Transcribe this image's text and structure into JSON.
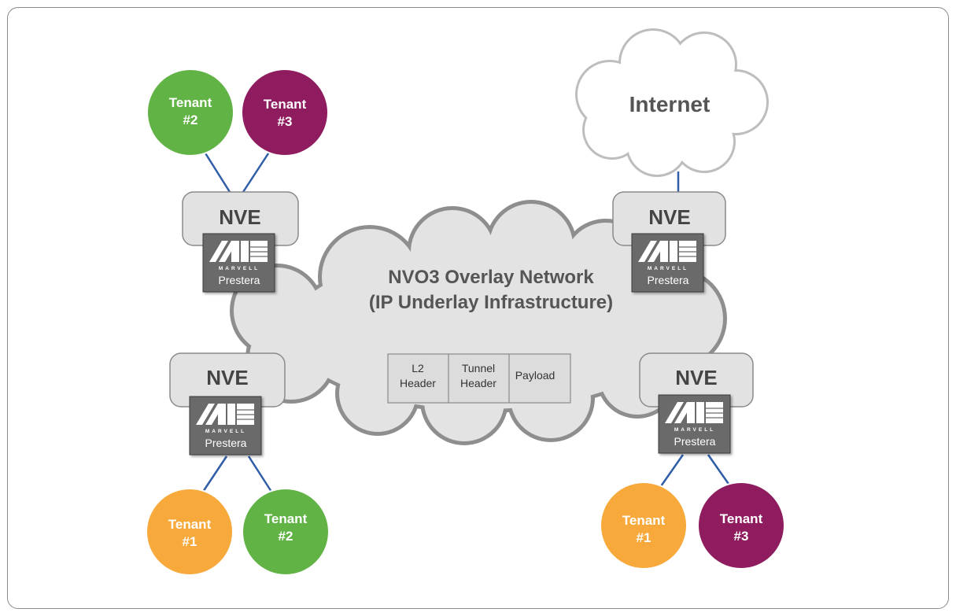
{
  "overlay": {
    "title_line1": "NVO3 Overlay Network",
    "title_line2": "(IP Underlay Infrastructure)"
  },
  "internet": {
    "label": "Internet"
  },
  "packet": {
    "fields": [
      {
        "line1": "L2",
        "line2": "Header"
      },
      {
        "line1": "Tunnel",
        "line2": "Header"
      },
      {
        "line1": "Payload",
        "line2": ""
      }
    ]
  },
  "nve_nodes": [
    {
      "label": "NVE",
      "chip": {
        "brand": "MARVELL",
        "product": "Prestera"
      }
    },
    {
      "label": "NVE",
      "chip": {
        "brand": "MARVELL",
        "product": "Prestera"
      }
    },
    {
      "label": "NVE",
      "chip": {
        "brand": "MARVELL",
        "product": "Prestera"
      }
    },
    {
      "label": "NVE",
      "chip": {
        "brand": "MARVELL",
        "product": "Prestera"
      }
    }
  ],
  "tenants": [
    {
      "line1": "Tenant",
      "line2": "#2",
      "color": "#62b346"
    },
    {
      "line1": "Tenant",
      "line2": "#3",
      "color": "#8e1c5f"
    },
    {
      "line1": "Tenant",
      "line2": "#1",
      "color": "#f7a93b"
    },
    {
      "line1": "Tenant",
      "line2": "#2",
      "color": "#62b346"
    },
    {
      "line1": "Tenant",
      "line2": "#1",
      "color": "#f7a93b"
    },
    {
      "line1": "Tenant",
      "line2": "#3",
      "color": "#8e1c5f"
    }
  ],
  "colors": {
    "link": "#2f5da8",
    "cloud_fill": "#e3e3e3",
    "cloud_stroke": "#9a9a9a",
    "nve_fill": "#e2e2e2",
    "chip_fill": "#6a6a6a"
  }
}
